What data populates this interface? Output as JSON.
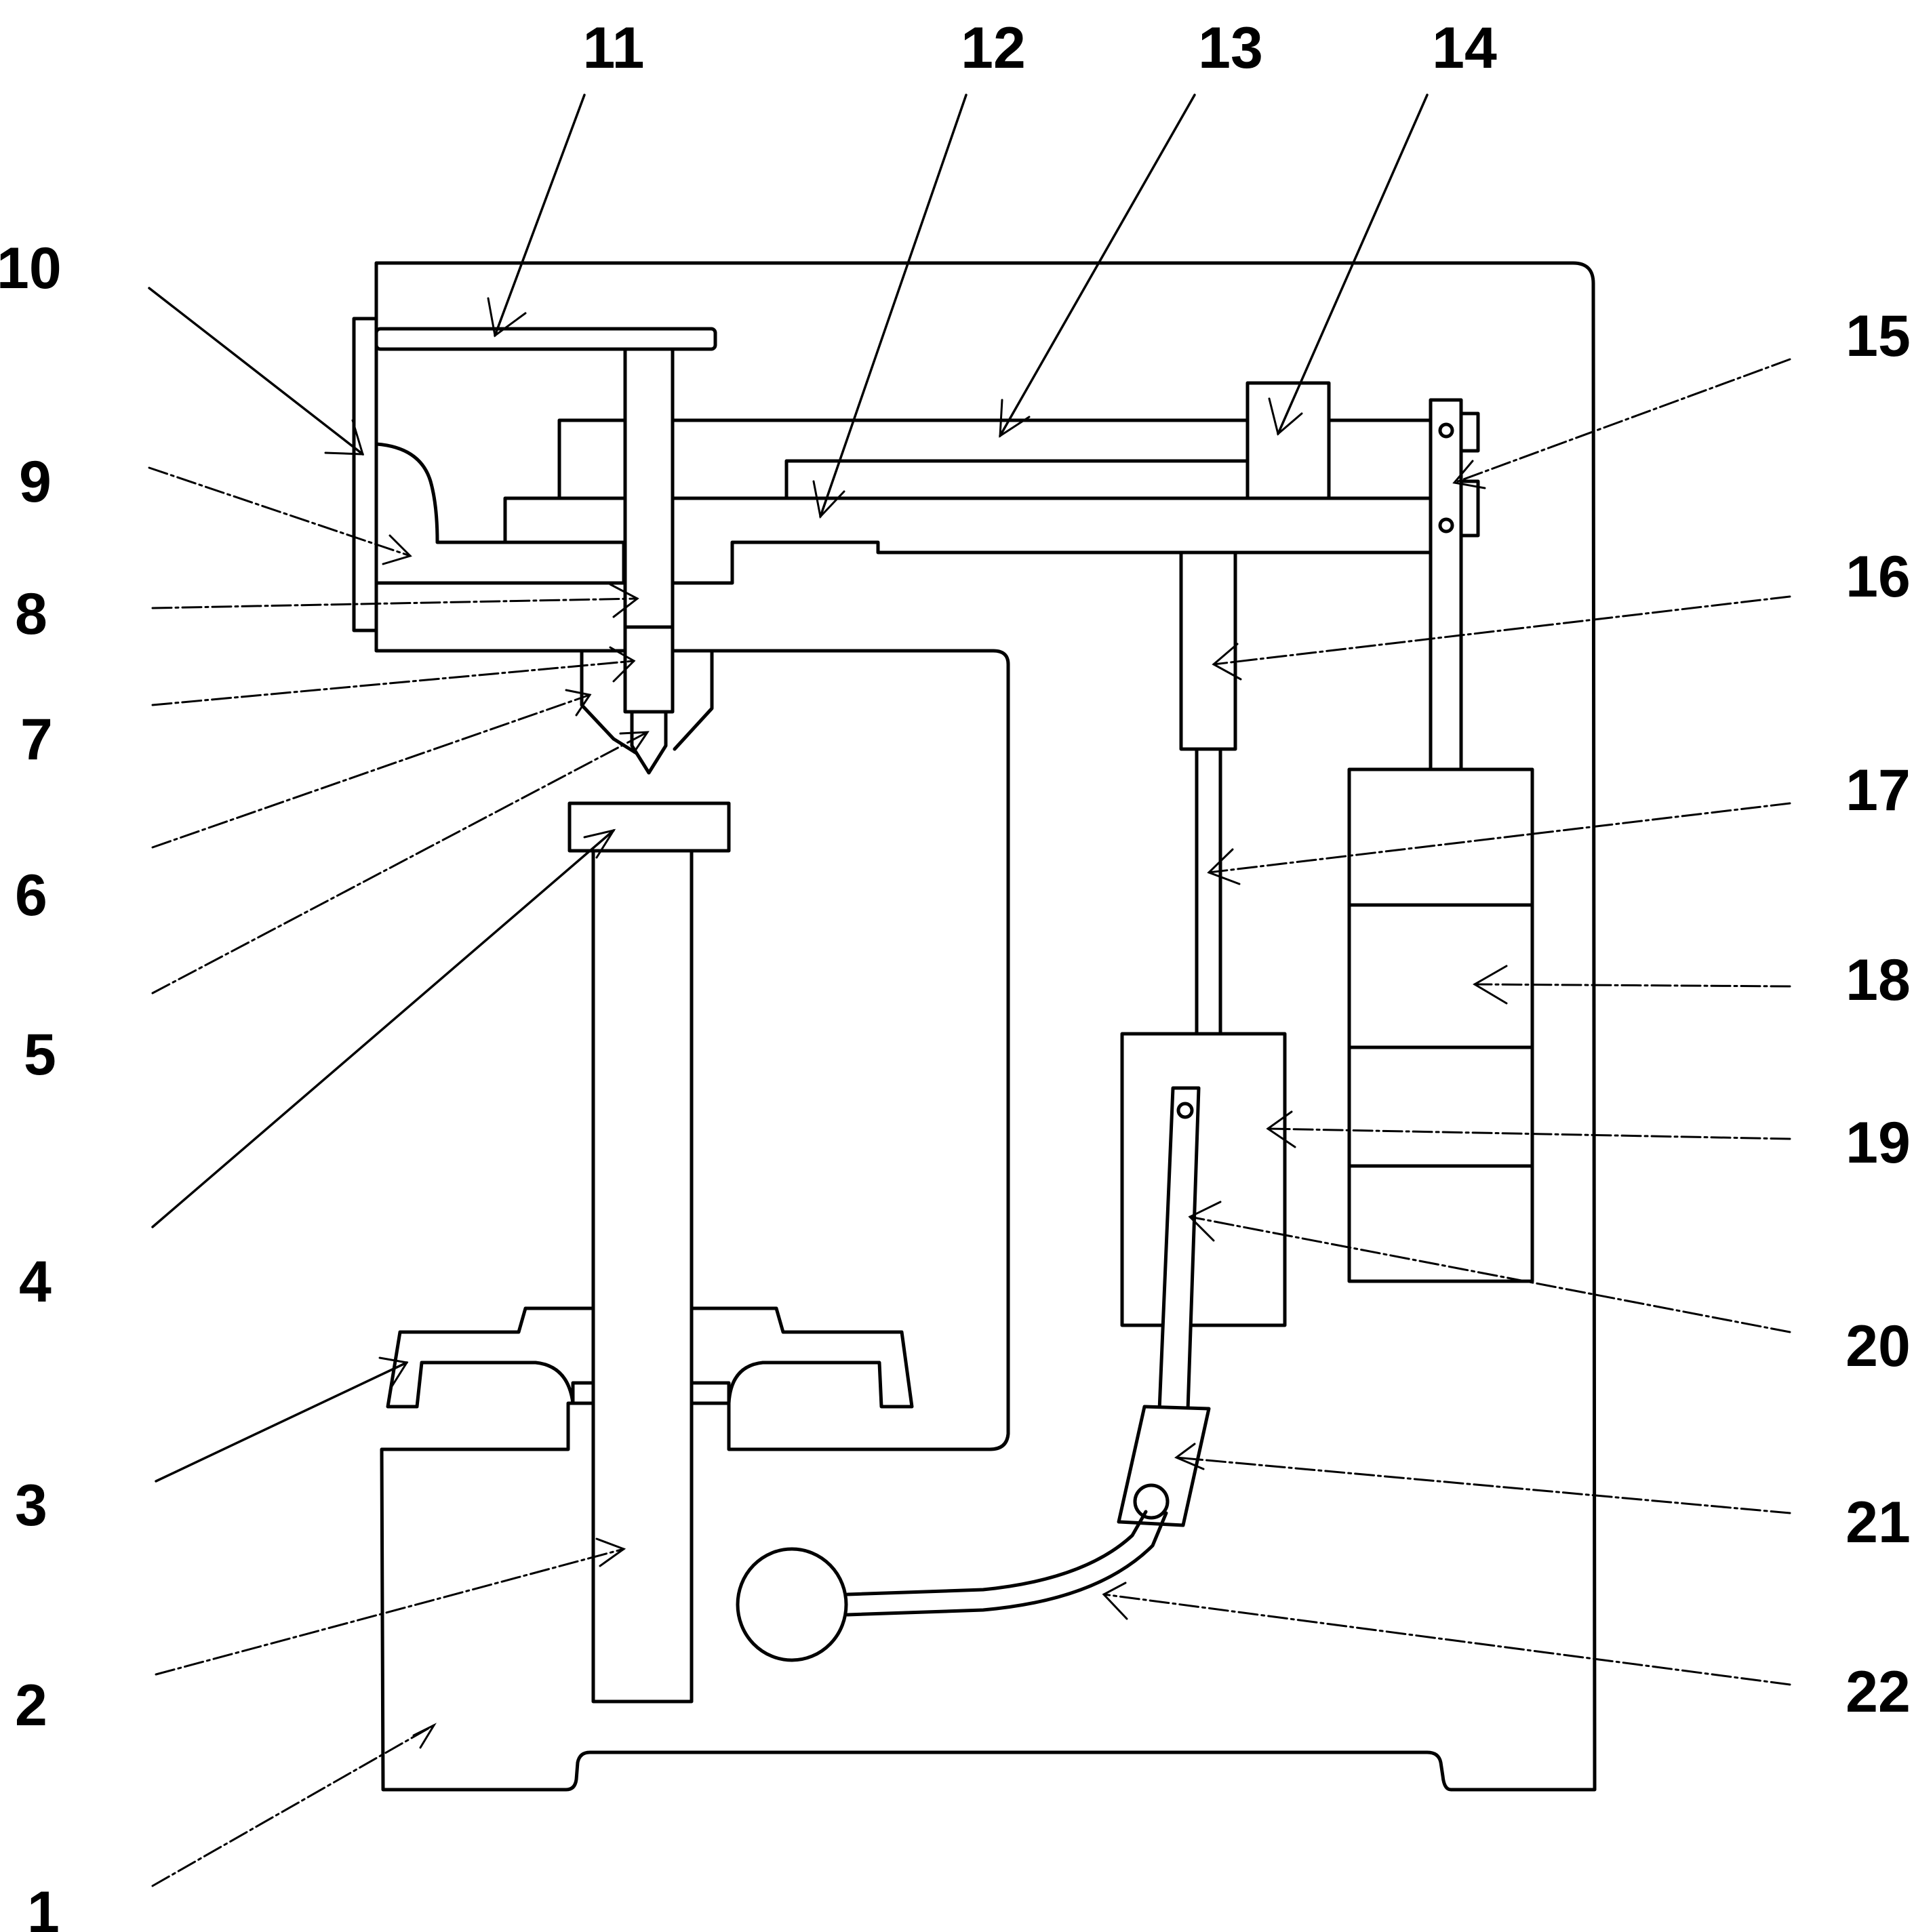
{
  "figure": {
    "type": "patent-style mechanical line drawing",
    "subject": "hardness tester (frame, indenter head, load weights, foot pedal linkage)",
    "line_color": "#000000",
    "background_color": "#ffffff"
  },
  "callouts": [
    {
      "id": "1",
      "label": "1",
      "side": "left",
      "target": "base-body"
    },
    {
      "id": "2",
      "label": "2",
      "side": "left",
      "target": "lifting-screw-column"
    },
    {
      "id": "3",
      "label": "3",
      "side": "left",
      "target": "handwheel"
    },
    {
      "id": "4",
      "label": "4",
      "side": "left",
      "target": "specimen-anvil"
    },
    {
      "id": "5",
      "label": "5",
      "side": "left",
      "target": "indenter-tip"
    },
    {
      "id": "6",
      "label": "6",
      "side": "left",
      "target": "nose-cone"
    },
    {
      "id": "7",
      "label": "7",
      "side": "left",
      "target": "indenter-holder"
    },
    {
      "id": "8",
      "label": "8",
      "side": "left",
      "target": "main-spindle"
    },
    {
      "id": "9",
      "label": "9",
      "side": "left",
      "target": "spindle-bracket"
    },
    {
      "id": "10",
      "label": "10",
      "side": "left",
      "target": "side-plate"
    },
    {
      "id": "11",
      "label": "11",
      "side": "top",
      "target": "top-lever"
    },
    {
      "id": "12",
      "label": "12",
      "side": "top",
      "target": "main-load-lever"
    },
    {
      "id": "13",
      "label": "13",
      "side": "top",
      "target": "upper-lever"
    },
    {
      "id": "14",
      "label": "14",
      "side": "top",
      "target": "fulcrum-block"
    },
    {
      "id": "15",
      "label": "15",
      "side": "right",
      "target": "weight-hanger-link"
    },
    {
      "id": "16",
      "label": "16",
      "side": "right",
      "target": "dashpot-cylinder"
    },
    {
      "id": "17",
      "label": "17",
      "side": "right",
      "target": "piston-rod"
    },
    {
      "id": "18",
      "label": "18",
      "side": "right",
      "target": "weight-stack"
    },
    {
      "id": "19",
      "label": "19",
      "side": "right",
      "target": "slide-block"
    },
    {
      "id": "20",
      "label": "20",
      "side": "right",
      "target": "connecting-rod"
    },
    {
      "id": "21",
      "label": "21",
      "side": "right",
      "target": "crank-block"
    },
    {
      "id": "22",
      "label": "22",
      "side": "right",
      "target": "pedal-handle"
    }
  ]
}
